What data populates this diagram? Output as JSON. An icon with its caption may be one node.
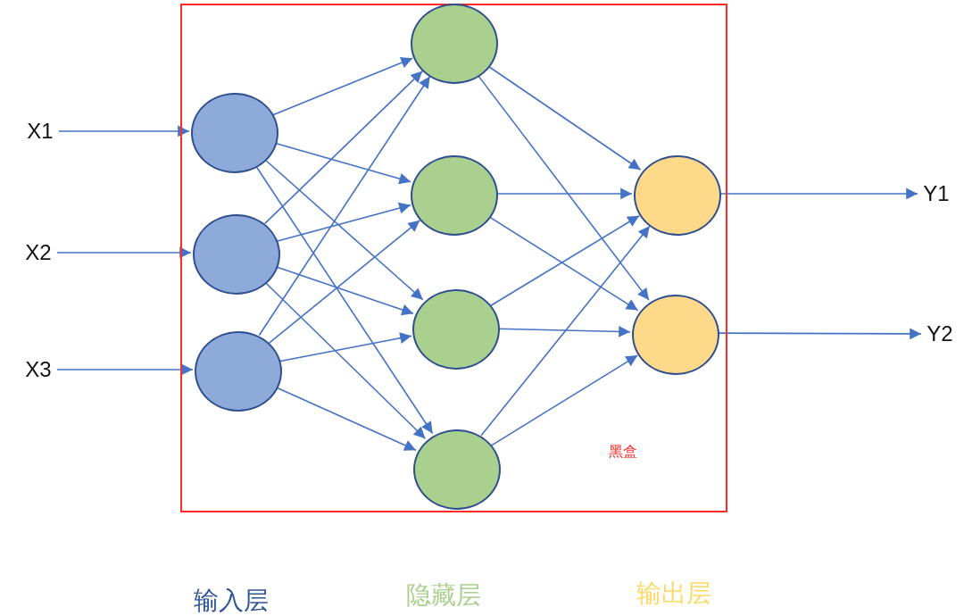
{
  "diagram": {
    "nodes": [
      {
        "text": [
          "黑盒"
        ]
      },
      {
        "text": [
          "X1"
        ]
      },
      {
        "text": [
          "X2"
        ]
      },
      {
        "text": [
          "X3"
        ]
      },
      {
        "text": [],
        "shape": "circle",
        "in": 0
      },
      {
        "text": [],
        "shape": "circle",
        "in": 0
      },
      {
        "text": [],
        "shape": "circle",
        "in": 0
      },
      {
        "text": [],
        "shape": "circle",
        "in": 0
      },
      {
        "text": [],
        "shape": "circle",
        "in": 0
      },
      {
        "text": [],
        "shape": "circle",
        "in": 0
      },
      {
        "text": [],
        "shape": "circle",
        "in": 0
      },
      {
        "text": [],
        "shape": "circle",
        "in": 0
      },
      {
        "text": [],
        "shape": "circle",
        "in": 0
      },
      {
        "text": [
          "Y1"
        ]
      },
      {
        "text": [
          "Y2"
        ]
      }
    ],
    "edges": [
      {
        "from": 1,
        "to": 4,
        "arrow": "to"
      },
      {
        "from": 2,
        "to": 5,
        "arrow": "to"
      },
      {
        "from": 3,
        "to": 6,
        "arrow": "to"
      },
      {
        "from": 4,
        "to": 7,
        "arrow": "to"
      },
      {
        "from": 4,
        "to": 8,
        "arrow": "to"
      },
      {
        "from": 4,
        "to": 9,
        "arrow": "to"
      },
      {
        "from": 4,
        "to": 10,
        "arrow": "to"
      },
      {
        "from": 5,
        "to": 7,
        "arrow": "to"
      },
      {
        "from": 5,
        "to": 8,
        "arrow": "to"
      },
      {
        "from": 5,
        "to": 9,
        "arrow": "to"
      },
      {
        "from": 5,
        "to": 10,
        "arrow": "to"
      },
      {
        "from": 6,
        "to": 7,
        "arrow": "to"
      },
      {
        "from": 6,
        "to": 8,
        "arrow": "to"
      },
      {
        "from": 6,
        "to": 9,
        "arrow": "to"
      },
      {
        "from": 6,
        "to": 10,
        "arrow": "to"
      },
      {
        "from": 7,
        "to": 11,
        "arrow": "to"
      },
      {
        "from": 7,
        "to": 12,
        "arrow": "to"
      },
      {
        "from": 8,
        "to": 11,
        "arrow": "to"
      },
      {
        "from": 8,
        "to": 12,
        "arrow": "to"
      },
      {
        "from": 9,
        "to": 11,
        "arrow": "to"
      },
      {
        "from": 9,
        "to": 12,
        "arrow": "to"
      },
      {
        "from": 10,
        "to": 11,
        "arrow": "to"
      },
      {
        "from": 10,
        "to": 12,
        "arrow": "to"
      },
      {
        "from": 11,
        "to": 13,
        "arrow": "to"
      },
      {
        "from": 12,
        "to": 14,
        "arrow": "to"
      }
    ],
    "labels": [
      "输入层",
      "隐藏层",
      "输出层"
    ]
  }
}
